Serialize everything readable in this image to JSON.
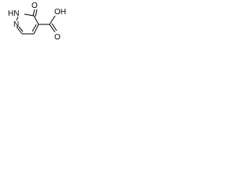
{
  "molecule": {
    "atoms": {
      "n1": "HN",
      "n2": "N",
      "o_keto": "O",
      "o_carbonyl": "O",
      "o_hydroxyl": "OH"
    },
    "bond_color": "#000000",
    "label_color": "#000000"
  }
}
